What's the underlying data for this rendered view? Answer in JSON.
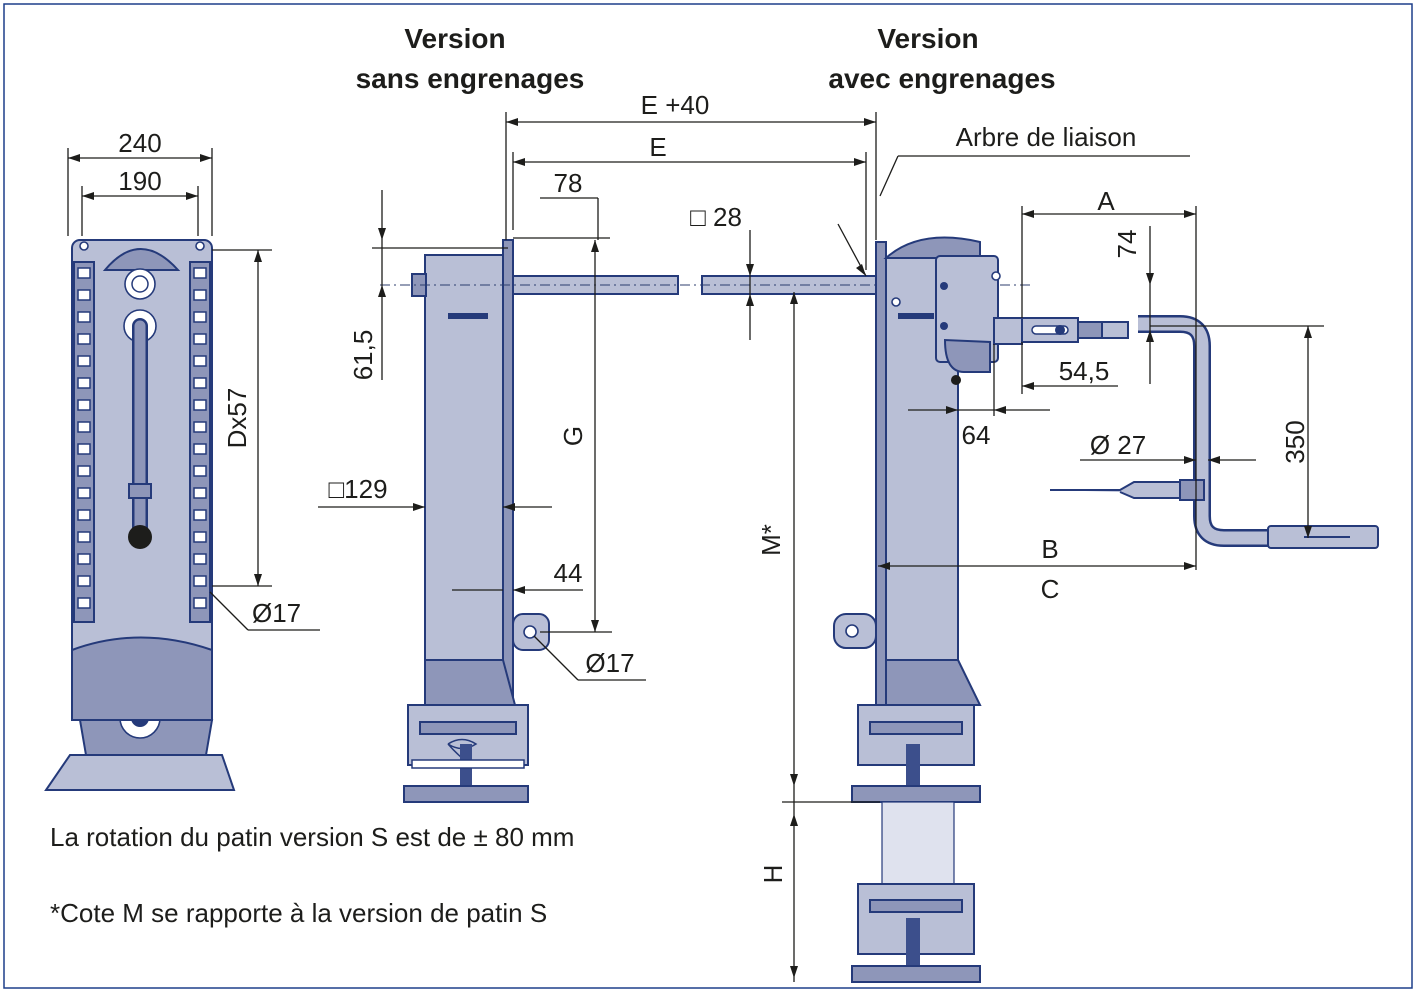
{
  "headings": {
    "left_line1": "Version",
    "left_line2": "sans engrenages",
    "right_line1": "Version",
    "right_line2": "avec engrenages"
  },
  "labels": {
    "arbre": "Arbre de liaison",
    "d240": "240",
    "d190": "190",
    "dx57": "Dx57",
    "d17_left": "Ø17",
    "d61_5": "61,5",
    "d78": "78",
    "g": "G",
    "e40": "E +40",
    "e": "E",
    "sq28": "□ 28",
    "sq129": "□129",
    "d44": "44",
    "d17_mid": "Ø17",
    "a": "A",
    "d74": "74",
    "d54_5": "54,5",
    "d64": "64",
    "d27": "Ø 27",
    "d350": "350",
    "b": "B",
    "c": "C",
    "m": "M*",
    "h": "H"
  },
  "notes": {
    "rotation": "La rotation du patin version S est de ± 80 mm",
    "cote_m": "*Cote M se rapporte à la version de patin S"
  },
  "colors": {
    "body": "#b9bfd6",
    "body_dark": "#8e96b9",
    "outline": "#253a7a",
    "frame": "#1d3f8a",
    "text": "#1d1d1b"
  }
}
